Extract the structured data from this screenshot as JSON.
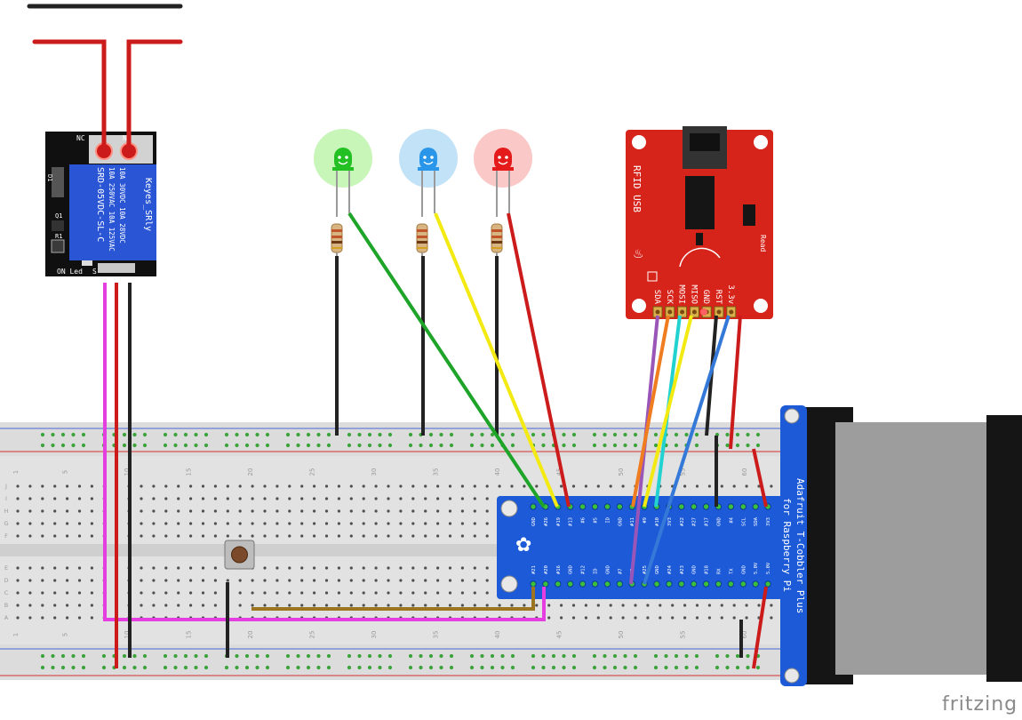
{
  "watermark": "fritzing",
  "relay": {
    "model": "Keyes_SRly",
    "relay_text": "SRD-05VDC-SL-C",
    "rating_1": "10A 250VAC 10A 125VAC",
    "rating_2": "10A 30VDC 10A 28VDC",
    "nc": "NC",
    "no": "N",
    "d1": "D1",
    "q1": "Q1",
    "r1": "R1",
    "on_led": "ON Led",
    "s": "S"
  },
  "leds": [
    {
      "name": "green-led",
      "color": "#22c022",
      "glow": "#c8f5b8"
    },
    {
      "name": "blue-led",
      "color": "#2a96ea",
      "glow": "#c2e2f7"
    },
    {
      "name": "red-led",
      "color": "#e51a1a",
      "glow": "#fbc8c8"
    }
  ],
  "rfid": {
    "title": "RFID USB",
    "read": "Read",
    "pins": [
      "SDA",
      "SCK",
      "MOSI",
      "MISO",
      "GND",
      "RST",
      "3.3v"
    ],
    "board_color": "#d7241b"
  },
  "cobbler": {
    "title_1": "Adafruit T-Cobbler Plus",
    "title_2": "for Raspberry Pi",
    "top_pins": [
      "GND",
      "#26",
      "#19",
      "#13",
      "#6",
      "#5",
      "ID",
      "GND",
      "#11",
      "#9",
      "#10",
      "3V3",
      "#22",
      "#27",
      "#17",
      "GND",
      "#4",
      "SCL",
      "SDA",
      "3V3"
    ],
    "bottom_pins": [
      "#21",
      "#20",
      "#16",
      "GND",
      "#12",
      "ID",
      "GND",
      "#7",
      "#8",
      "#25",
      "GND",
      "#24",
      "#23",
      "GND",
      "#18",
      "RX",
      "TX",
      "GND",
      "5.0V",
      "5.0V"
    ],
    "board_color": "#1c5ad8"
  },
  "breadboard": {
    "col_numbers": [
      "1",
      "5",
      "10",
      "15",
      "20",
      "25",
      "30",
      "35",
      "40",
      "45",
      "50",
      "55",
      "60"
    ],
    "row_letters_top": [
      "J",
      "I",
      "H",
      "G",
      "F"
    ],
    "row_letters_bottom": [
      "E",
      "D",
      "C",
      "B",
      "A"
    ]
  },
  "colors": {
    "wire_red": "#cc1b1b",
    "wire_black": "#222222",
    "wire_magenta": "#e43ee0",
    "wire_green": "#1ea428",
    "wire_yellow": "#f2ea12",
    "wire_purple": "#9a55b8",
    "wire_orange": "#f07c20",
    "wire_cyan": "#22d2d0",
    "wire_blue": "#3478d8",
    "wire_brown": "#9b7520",
    "hole_green": "#3aa33a"
  }
}
